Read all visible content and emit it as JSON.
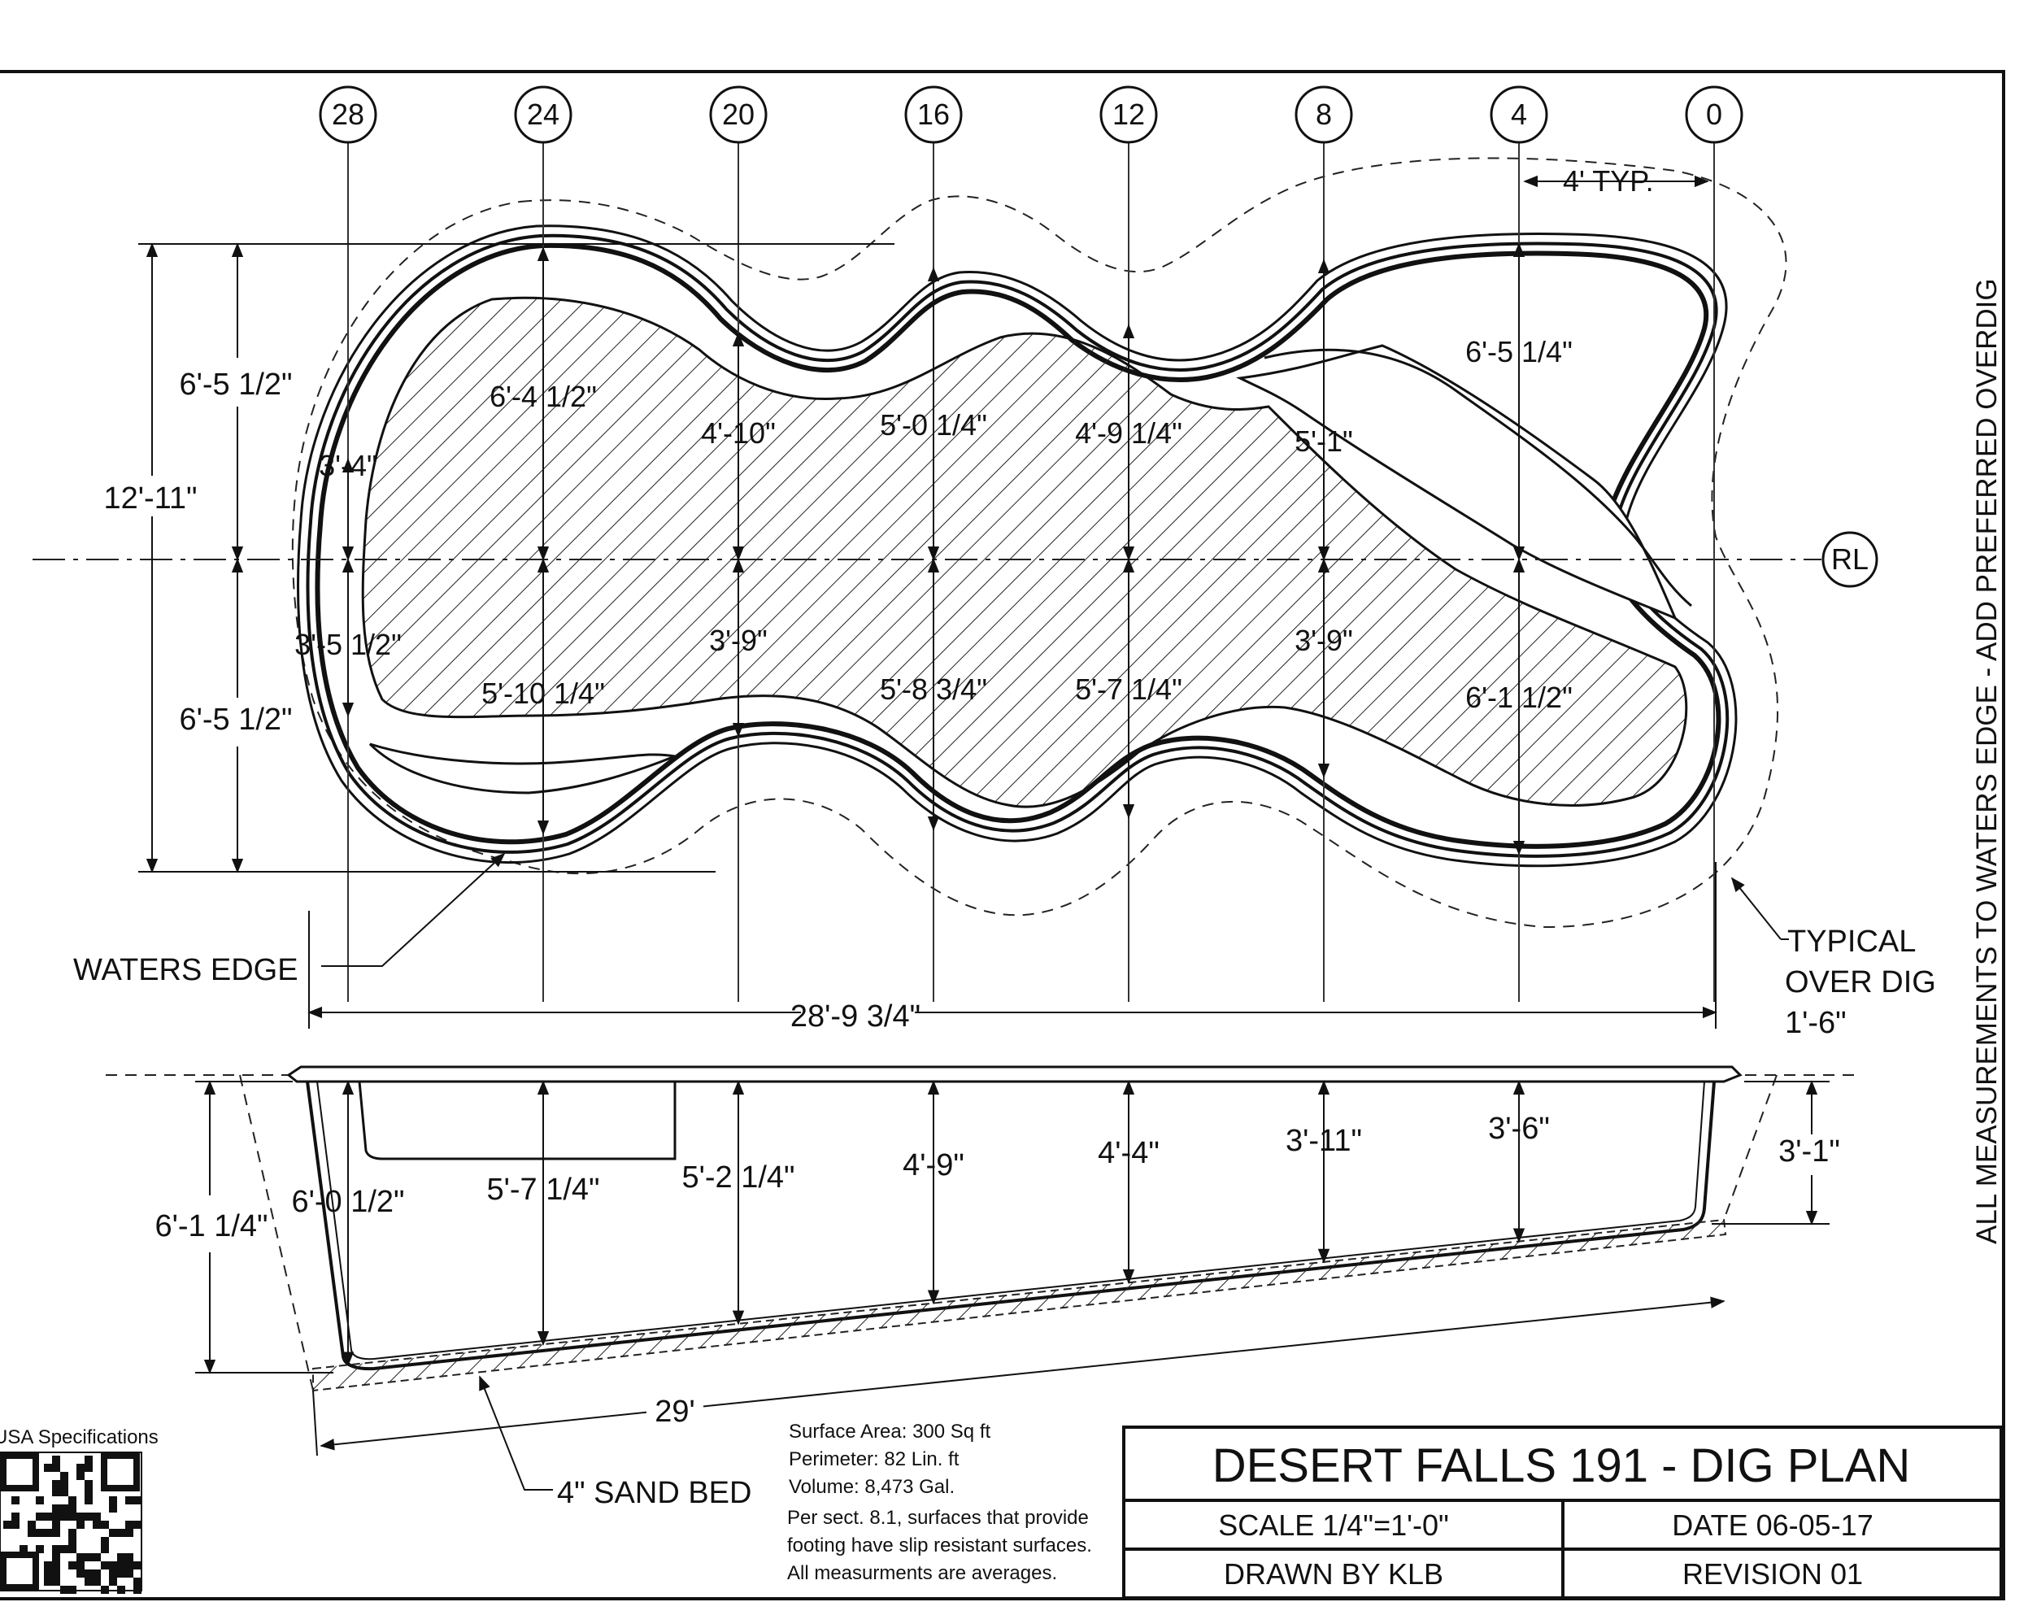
{
  "title_block": {
    "title": "DESERT FALLS 191 - DIG PLAN",
    "scale": "SCALE 1/4\"=1'-0\"",
    "date": "DATE 06-05-17",
    "drawn_by": "DRAWN BY KLB",
    "revision": "REVISION 01"
  },
  "side_note": "ALL MEASUREMENTS TO WATERS EDGE - ADD PREFERRED OVERDIG",
  "stations": [
    "28",
    "24",
    "20",
    "16",
    "12",
    "8",
    "4",
    "0"
  ],
  "plan": {
    "typ_spacing": "4' TYP.",
    "centerline_mark": "RL",
    "overall_width": "12'-11\"",
    "upper_half_width": "6'-5 1/2\"",
    "lower_half_width": "6'-5 1/2\"",
    "overall_length": "28'-9 3/4\"",
    "waters_edge_label": "WATERS EDGE",
    "overdig_label": [
      "TYPICAL",
      "OVER DIG",
      "1'-6\""
    ],
    "upper_dims": [
      "3'-4\"",
      "6'-4 1/2\"",
      "4'-10\"",
      "5'-0 1/4\"",
      "4'-9 1/4\"",
      "5'-1\"",
      "6'-5 1/4\""
    ],
    "lower_dims": [
      "3'-5 1/2\"",
      "5'-10 1/4\"",
      "3'-9\"",
      "5'-8 3/4\"",
      "5'-7 1/4\"",
      "3'-9\"",
      "6'-1 1/2\""
    ]
  },
  "section": {
    "depths": [
      "6'-0 1/2\"",
      "5'-7 1/4\"",
      "5'-2 1/4\"",
      "4'-9\"",
      "4'-4\"",
      "3'-11\"",
      "3'-6\"",
      "3'-1\""
    ],
    "overall_depth": "6'-1 1/4\"",
    "floor_length": "29'",
    "sand_bed": "4\" SAND BED"
  },
  "notes": [
    "Surface Area: 300 Sq ft",
    "Perimeter: 82 Lin. ft",
    "Volume: 8,473 Gal.",
    "Per sect. 8.1, surfaces that provide",
    "footing have slip resistant surfaces.",
    "All measurments are averages."
  ],
  "qr_caption": "USA Specifications"
}
